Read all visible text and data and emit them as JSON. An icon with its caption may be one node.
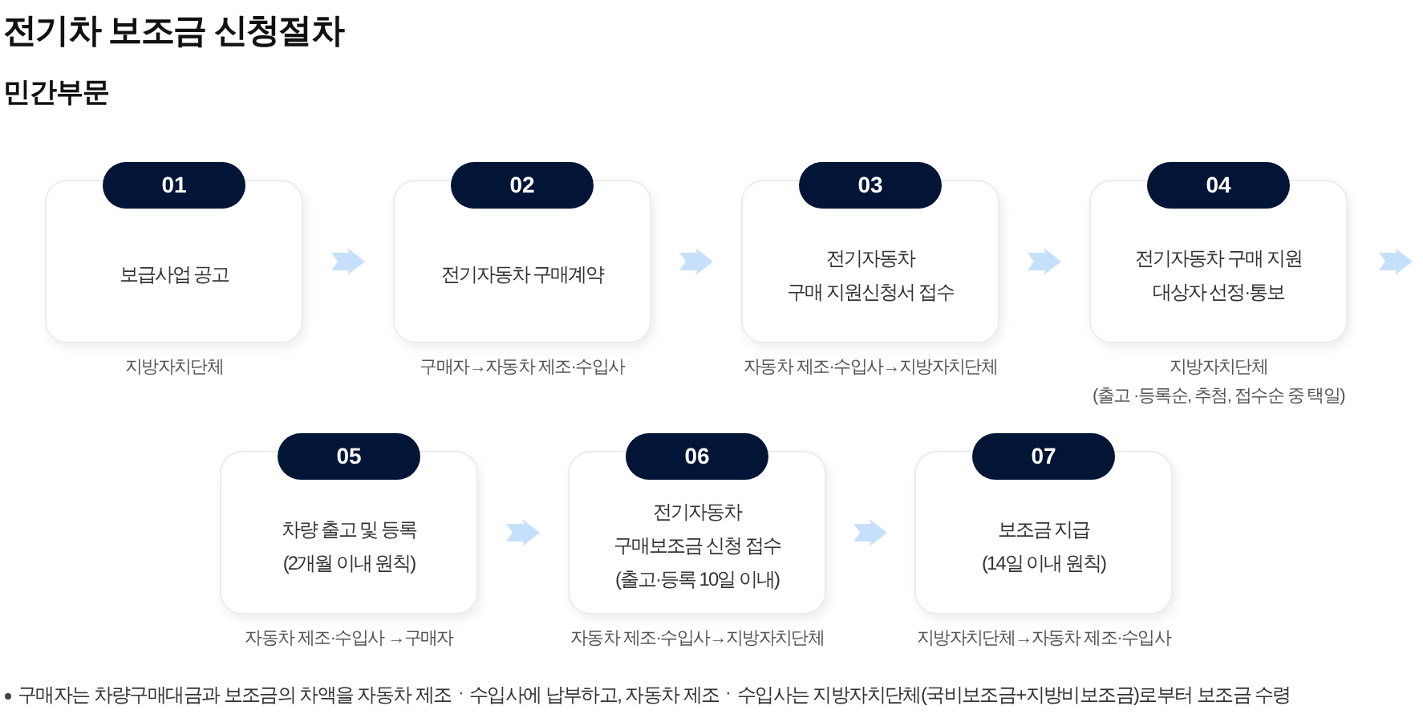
{
  "diagram": {
    "title": "전기차 보조금 신청절차",
    "nodes": [
      {
        "text": [
          "01",
          "보급사업 공고"
        ],
        "beside": [
          "지방자치단체"
        ]
      },
      {
        "text": [
          "02",
          "전기자동차 구매계약"
        ],
        "beside": [
          "구매자→자동차 제조·수입사"
        ]
      },
      {
        "text": [
          "03",
          "전기자동차",
          "구매 지원신청서 접수"
        ],
        "beside": [
          "자동차 제조·수입사→지방자치단체"
        ]
      },
      {
        "text": [
          "04",
          "전기자동차 구매 지원",
          "대상자 선정·통보"
        ],
        "beside": [
          "지방자치단체",
          "(출고 ·등록순, 추첨, 접수순 중 택일)"
        ]
      },
      {
        "text": [
          "05",
          "차량 출고 및 등록",
          "(2개월 이내 원칙)"
        ],
        "beside": [
          "자동차 제조·수입사 →구매자"
        ]
      },
      {
        "text": [
          "06",
          "전기자동차",
          "구매보조금 신청 접수",
          "(출고·등록 10일 이내)"
        ],
        "beside": [
          "자동차 제조·수입사→지방자치단체"
        ]
      },
      {
        "text": [
          "07",
          "보조금 지급",
          "(14일 이내 원칙)"
        ],
        "beside": [
          "지방자치단체→자동차 제조·수입사"
        ]
      }
    ],
    "edges": [
      {
        "from": 0,
        "to": 1,
        "arrow": "to"
      },
      {
        "from": 1,
        "to": 2,
        "arrow": "to"
      },
      {
        "from": 2,
        "to": 3,
        "arrow": "to"
      },
      {
        "from": 3,
        "to": null,
        "arrow": "to"
      },
      {
        "from": 4,
        "to": 5,
        "arrow": "to"
      },
      {
        "from": 5,
        "to": 6,
        "arrow": "to"
      }
    ],
    "labels": [
      "민간부문",
      "구매자는 차량구매대금과 보조금의 차액을 자동차 제조ㆍ수입사에 납부하고, 자동차 제조ㆍ수입사는 지방자치단체(국비보조금+지방비보조금)로부터 보조금 수령"
    ]
  }
}
